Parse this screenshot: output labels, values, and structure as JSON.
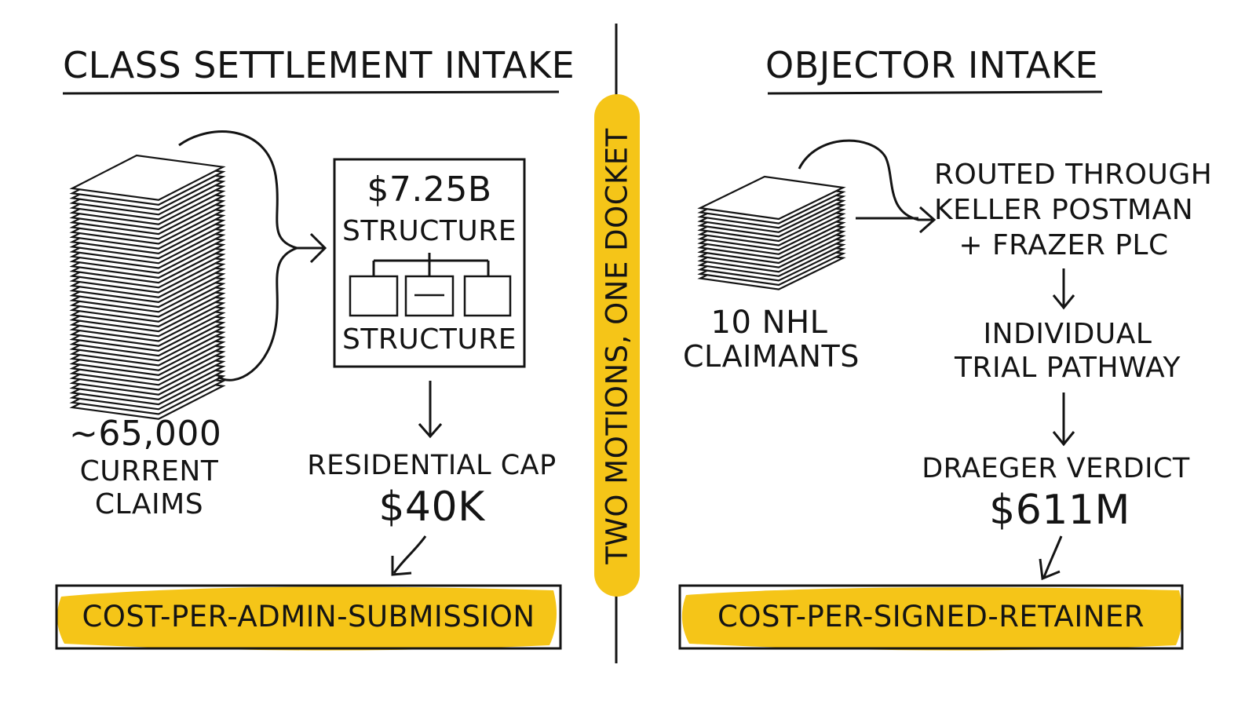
{
  "divider": {
    "label": "TWO MOTIONS, ONE DOCKET"
  },
  "left": {
    "title": "CLASS SETTLEMENT INTAKE",
    "claims_count": "~65,000",
    "claims_line1": "CURRENT",
    "claims_line2": "CLAIMS",
    "structure_amount": "$7.25B",
    "structure_label_top": "STRUCTURE",
    "structure_label_bottom": "STRUCTURE",
    "cap_label": "RESIDENTIAL CAP",
    "cap_value": "$40K",
    "result": "COST-PER-ADMIN-SUBMISSION"
  },
  "right": {
    "title": "OBJECTOR INTAKE",
    "claimants_line1": "10 NHL",
    "claimants_line2": "CLAIMANTS",
    "routed_line1": "ROUTED THROUGH",
    "routed_line2": "KELLER POSTMAN",
    "routed_line3": "+ FRAZER PLC",
    "pathway_line1": "INDIVIDUAL",
    "pathway_line2": "TRIAL PATHWAY",
    "verdict_label": "DRAEGER VERDICT",
    "verdict_value": "$611M",
    "result": "COST-PER-SIGNED-RETAINER"
  },
  "colors": {
    "highlight": "#f5c518",
    "ink": "#141414",
    "background": "#ffffff"
  }
}
